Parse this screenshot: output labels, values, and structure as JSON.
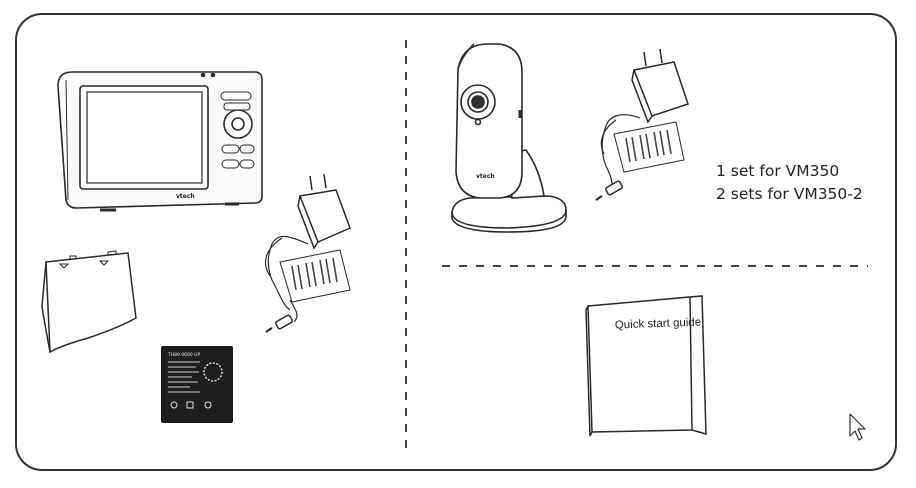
{
  "kit": {
    "camera_caption_line1": "1 set for VM350",
    "camera_caption_line2": "2 sets for VM350-2",
    "quick_start_guide_label": "Quick start guide",
    "brand_logo": "vtech",
    "battery_label": "TH89 0690 UP"
  },
  "colors": {
    "stroke": "#2a2a2a",
    "screen": "#3a3a3a",
    "card_border": "#333333",
    "dash": "#555555"
  },
  "icons": [
    "parent-unit",
    "battery-cover",
    "battery",
    "power-adapter",
    "camera",
    "booklet",
    "mouse-cursor"
  ]
}
